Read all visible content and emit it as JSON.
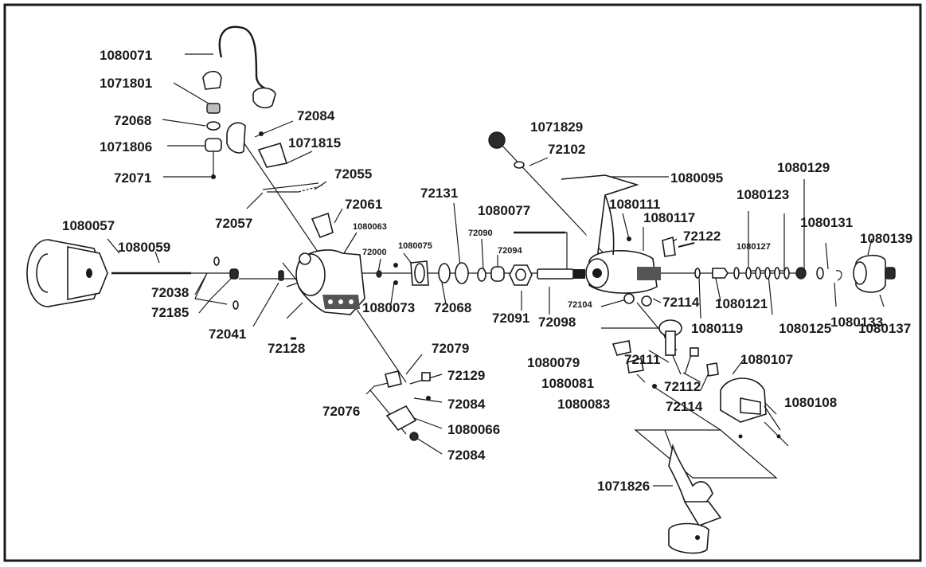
{
  "diagram": {
    "title": "",
    "labels": {
      "p1080071": "1080071",
      "p1071801": "1071801",
      "p72068a": "72068",
      "p72084a": "72084",
      "p1071806": "1071806",
      "p1071815": "1071815",
      "p72071": "72071",
      "p72055": "72055",
      "p72057": "72057",
      "p72061": "72061",
      "p1080057": "1080057",
      "p1080059": "1080059",
      "p1080063": "1080063",
      "p72000": "72000",
      "p1080075": "1080075",
      "p72090": "72090",
      "p72094": "72094",
      "p72131": "72131",
      "p1080077": "1080077",
      "p72038": "72038",
      "p72185": "72185",
      "p72041": "72041",
      "p72128": "72128",
      "p1080073": "1080073",
      "p72068b": "72068",
      "p72091": "72091",
      "p72098": "72098",
      "p1071829": "1071829",
      "p72102": "72102",
      "p1080095": "1080095",
      "p1080111": "1080111",
      "p1080117": "1080117",
      "p72122": "72122",
      "p1080129": "1080129",
      "p1080123": "1080123",
      "p1080127": "1080127",
      "p1080131": "1080131",
      "p1080139": "1080139",
      "p72104": "72104",
      "p72114a": "72114",
      "p1080121": "1080121",
      "p1080119": "1080119",
      "p1080125": "1080125",
      "p1080133": "1080133",
      "p1080137": "1080137",
      "p72079": "72079",
      "p72129": "72129",
      "p72084b": "72084",
      "p72076": "72076",
      "p1080066": "1080066",
      "p72084c": "72084",
      "p1080079": "1080079",
      "p72111": "72111",
      "p1080081": "1080081",
      "p72112": "72112",
      "p1080083": "1080083",
      "p72114b": "72114",
      "p1080107": "1080107",
      "p1080108": "1080108",
      "p1071826": "1071826"
    }
  }
}
